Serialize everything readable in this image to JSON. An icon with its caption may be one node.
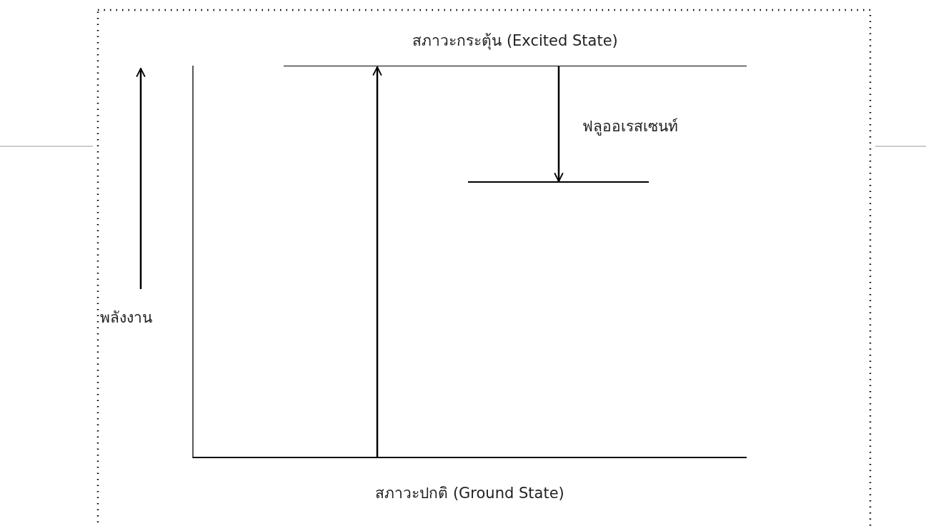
{
  "diagram": {
    "nodes": [
      {
        "text": [
          "สภาวะกระตุ้น (Excited State)"
        ]
      },
      {
        "text": [],
        "shape": "bar"
      },
      {
        "text": [
          "สภาวะปกติ (Ground State)"
        ]
      }
    ],
    "edges": [
      {
        "from": 2,
        "to": 0,
        "arrow": "to"
      },
      {
        "from": 0,
        "to": 1,
        "arrow": "to",
        "label": "ฟลูออเรสเซนท์"
      }
    ],
    "labels": [
      "พลังงาน"
    ]
  }
}
